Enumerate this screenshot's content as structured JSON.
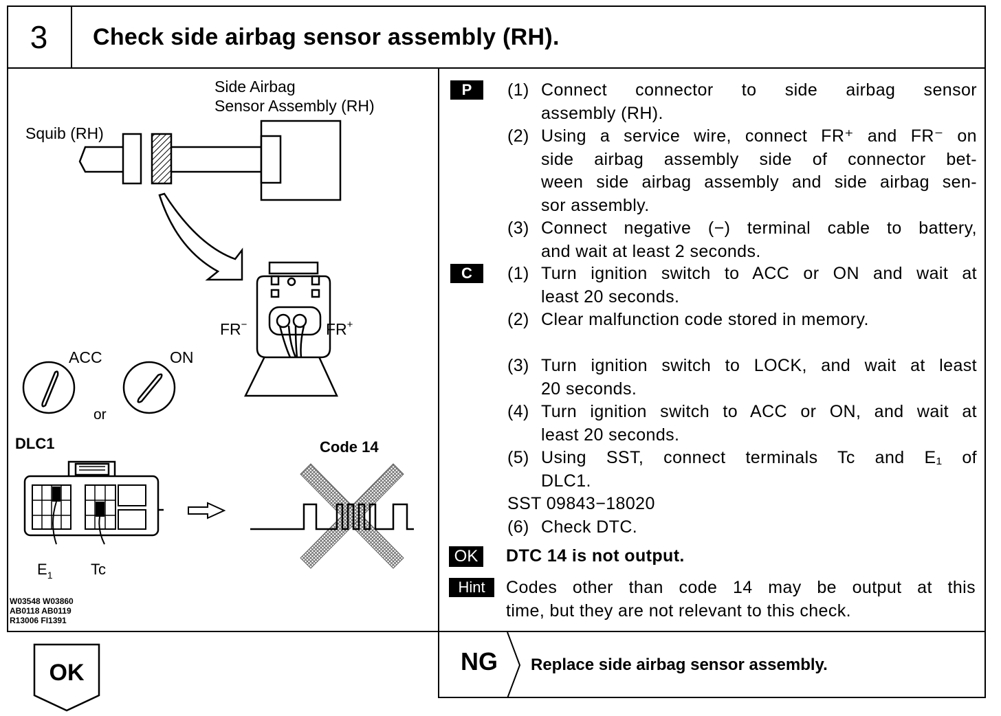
{
  "header": {
    "step_number": "3",
    "title": "Check side airbag sensor assembly (RH)."
  },
  "figure": {
    "label_sensor_line1": "Side Airbag",
    "label_sensor_line2": "Sensor Assembly (RH)",
    "label_squib": "Squib (RH)",
    "label_fr_minus": "FR",
    "label_fr_plus": "FR",
    "label_acc": "ACC",
    "label_on": "ON",
    "label_or": "or",
    "label_dlc": "DLC1",
    "label_code": "Code 14",
    "label_e1": "E",
    "label_e1_sub": "1",
    "label_tc": "Tc",
    "ref_line1": "W03548 W03860",
    "ref_line2": "AB0118 AB0119",
    "ref_line3": "R13006 FI1391"
  },
  "tags": {
    "p": "P",
    "c": "C",
    "ok": "OK",
    "hint": "Hint"
  },
  "p_steps": [
    {
      "n": "(1)",
      "lines": [
        "Connect connector to side airbag sensor",
        "assembly (RH)."
      ]
    },
    {
      "n": "(2)",
      "lines": [
        "Using a service wire, connect FR⁺ and FR⁻ on",
        "side airbag assembly side of connector bet-",
        "ween side airbag assembly and side airbag sen-",
        "sor assembly."
      ]
    },
    {
      "n": "(3)",
      "lines": [
        "Connect negative (−) terminal cable to battery,",
        "and wait at least 2 seconds."
      ]
    }
  ],
  "c_steps": [
    {
      "n": "(1)",
      "lines": [
        "Turn ignition switch to ACC or ON and wait at",
        "least 20 seconds."
      ]
    },
    {
      "n": "(2)",
      "lines": [
        "Clear malfunction code stored in memory."
      ]
    },
    {
      "n": "(3)",
      "lines": [
        "Turn ignition switch to LOCK, and wait at least",
        "20 seconds."
      ]
    },
    {
      "n": "(4)",
      "lines": [
        "Turn ignition switch to ACC or ON, and wait at",
        "least 20 seconds."
      ]
    },
    {
      "n": "(5)",
      "lines": [
        "Using SST, connect terminals Tc and E₁ of",
        "DLC1."
      ]
    },
    {
      "n": "",
      "lines": [
        "SST 09843−18020"
      ]
    },
    {
      "n": "(6)",
      "lines": [
        "Check DTC."
      ]
    }
  ],
  "ok_text": "DTC 14 is not output.",
  "hint_lines": [
    "Codes other than code 14 may be output at this",
    "time, but they are not relevant to this check."
  ],
  "ng": {
    "label": "NG",
    "text": "Replace side airbag sensor assembly."
  },
  "ok_next": {
    "label": "OK"
  }
}
